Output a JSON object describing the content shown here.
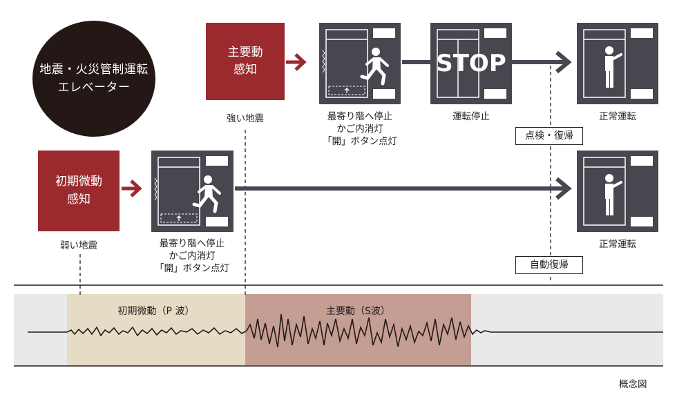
{
  "title_circle": {
    "line1": "地震・火災管制運転",
    "line2": "エレベーター"
  },
  "strong_path": {
    "trigger": {
      "line1": "主要動",
      "line2": "感知"
    },
    "trigger_caption": "強い地震",
    "step1_caption": {
      "line1": "最寄り階へ停止",
      "line2": "かご内消灯",
      "line3": "「開」ボタン点灯"
    },
    "step2_stop_text": "STOP",
    "step2_caption": "運転停止",
    "result_caption": "正常運転",
    "resume_tag": "点検・復帰"
  },
  "weak_path": {
    "trigger": {
      "line1": "初期微動",
      "line2": "感知"
    },
    "trigger_caption": "弱い地震",
    "step1_caption": {
      "line1": "最寄り階へ停止",
      "line2": "かご内消灯",
      "line3": "「開」ボタン点灯"
    },
    "result_caption": "正常運転",
    "resume_tag": "自動復帰"
  },
  "seismograph": {
    "p_wave_label": "初期微動（P 波）",
    "s_wave_label": "主要動（S波）"
  },
  "footnote": "概念図",
  "colors": {
    "dark": "#231815",
    "red": "#9b2a2e",
    "panel": "#4a4650",
    "arrow": "#4a4650",
    "p_band": "#e6dcc5",
    "s_band": "#c49d93",
    "strip": "#e9e9e9"
  }
}
